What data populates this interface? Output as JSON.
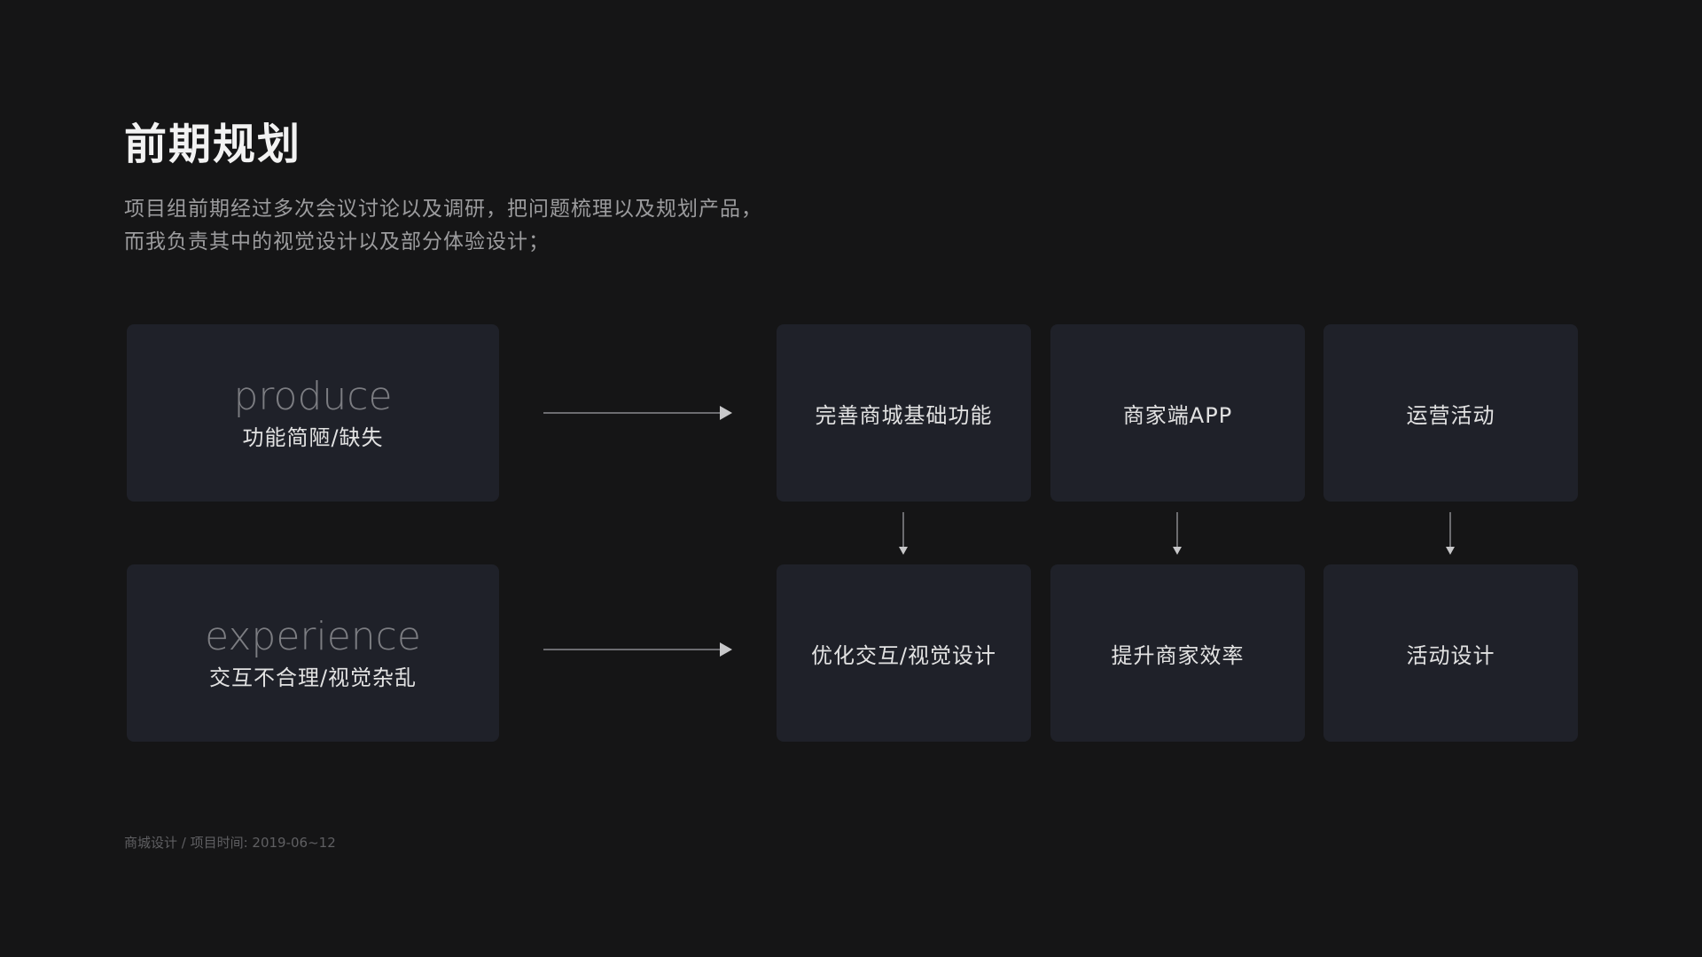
{
  "title": "前期规划",
  "description": {
    "line1": "项目组前期经过多次会议讨论以及调研，把问题梳理以及规划产品，",
    "line2": "而我负责其中的视觉设计以及部分体验设计；"
  },
  "problems": [
    {
      "en": "produce",
      "cn": "功能简陋/缺失"
    },
    {
      "en": "experience",
      "cn": "交互不合理/视觉杂乱"
    }
  ],
  "solutions_top": [
    "完善商城基础功能",
    "商家端APP",
    "运营活动"
  ],
  "solutions_bottom": [
    "优化交互/视觉设计",
    "提升商家效率",
    "活动设计"
  ],
  "footer": "商城设计 / 项目时间: 2019-06~12",
  "colors": {
    "background": "#151516",
    "card": "#1f2129",
    "arrow": "#8a8a8d"
  }
}
